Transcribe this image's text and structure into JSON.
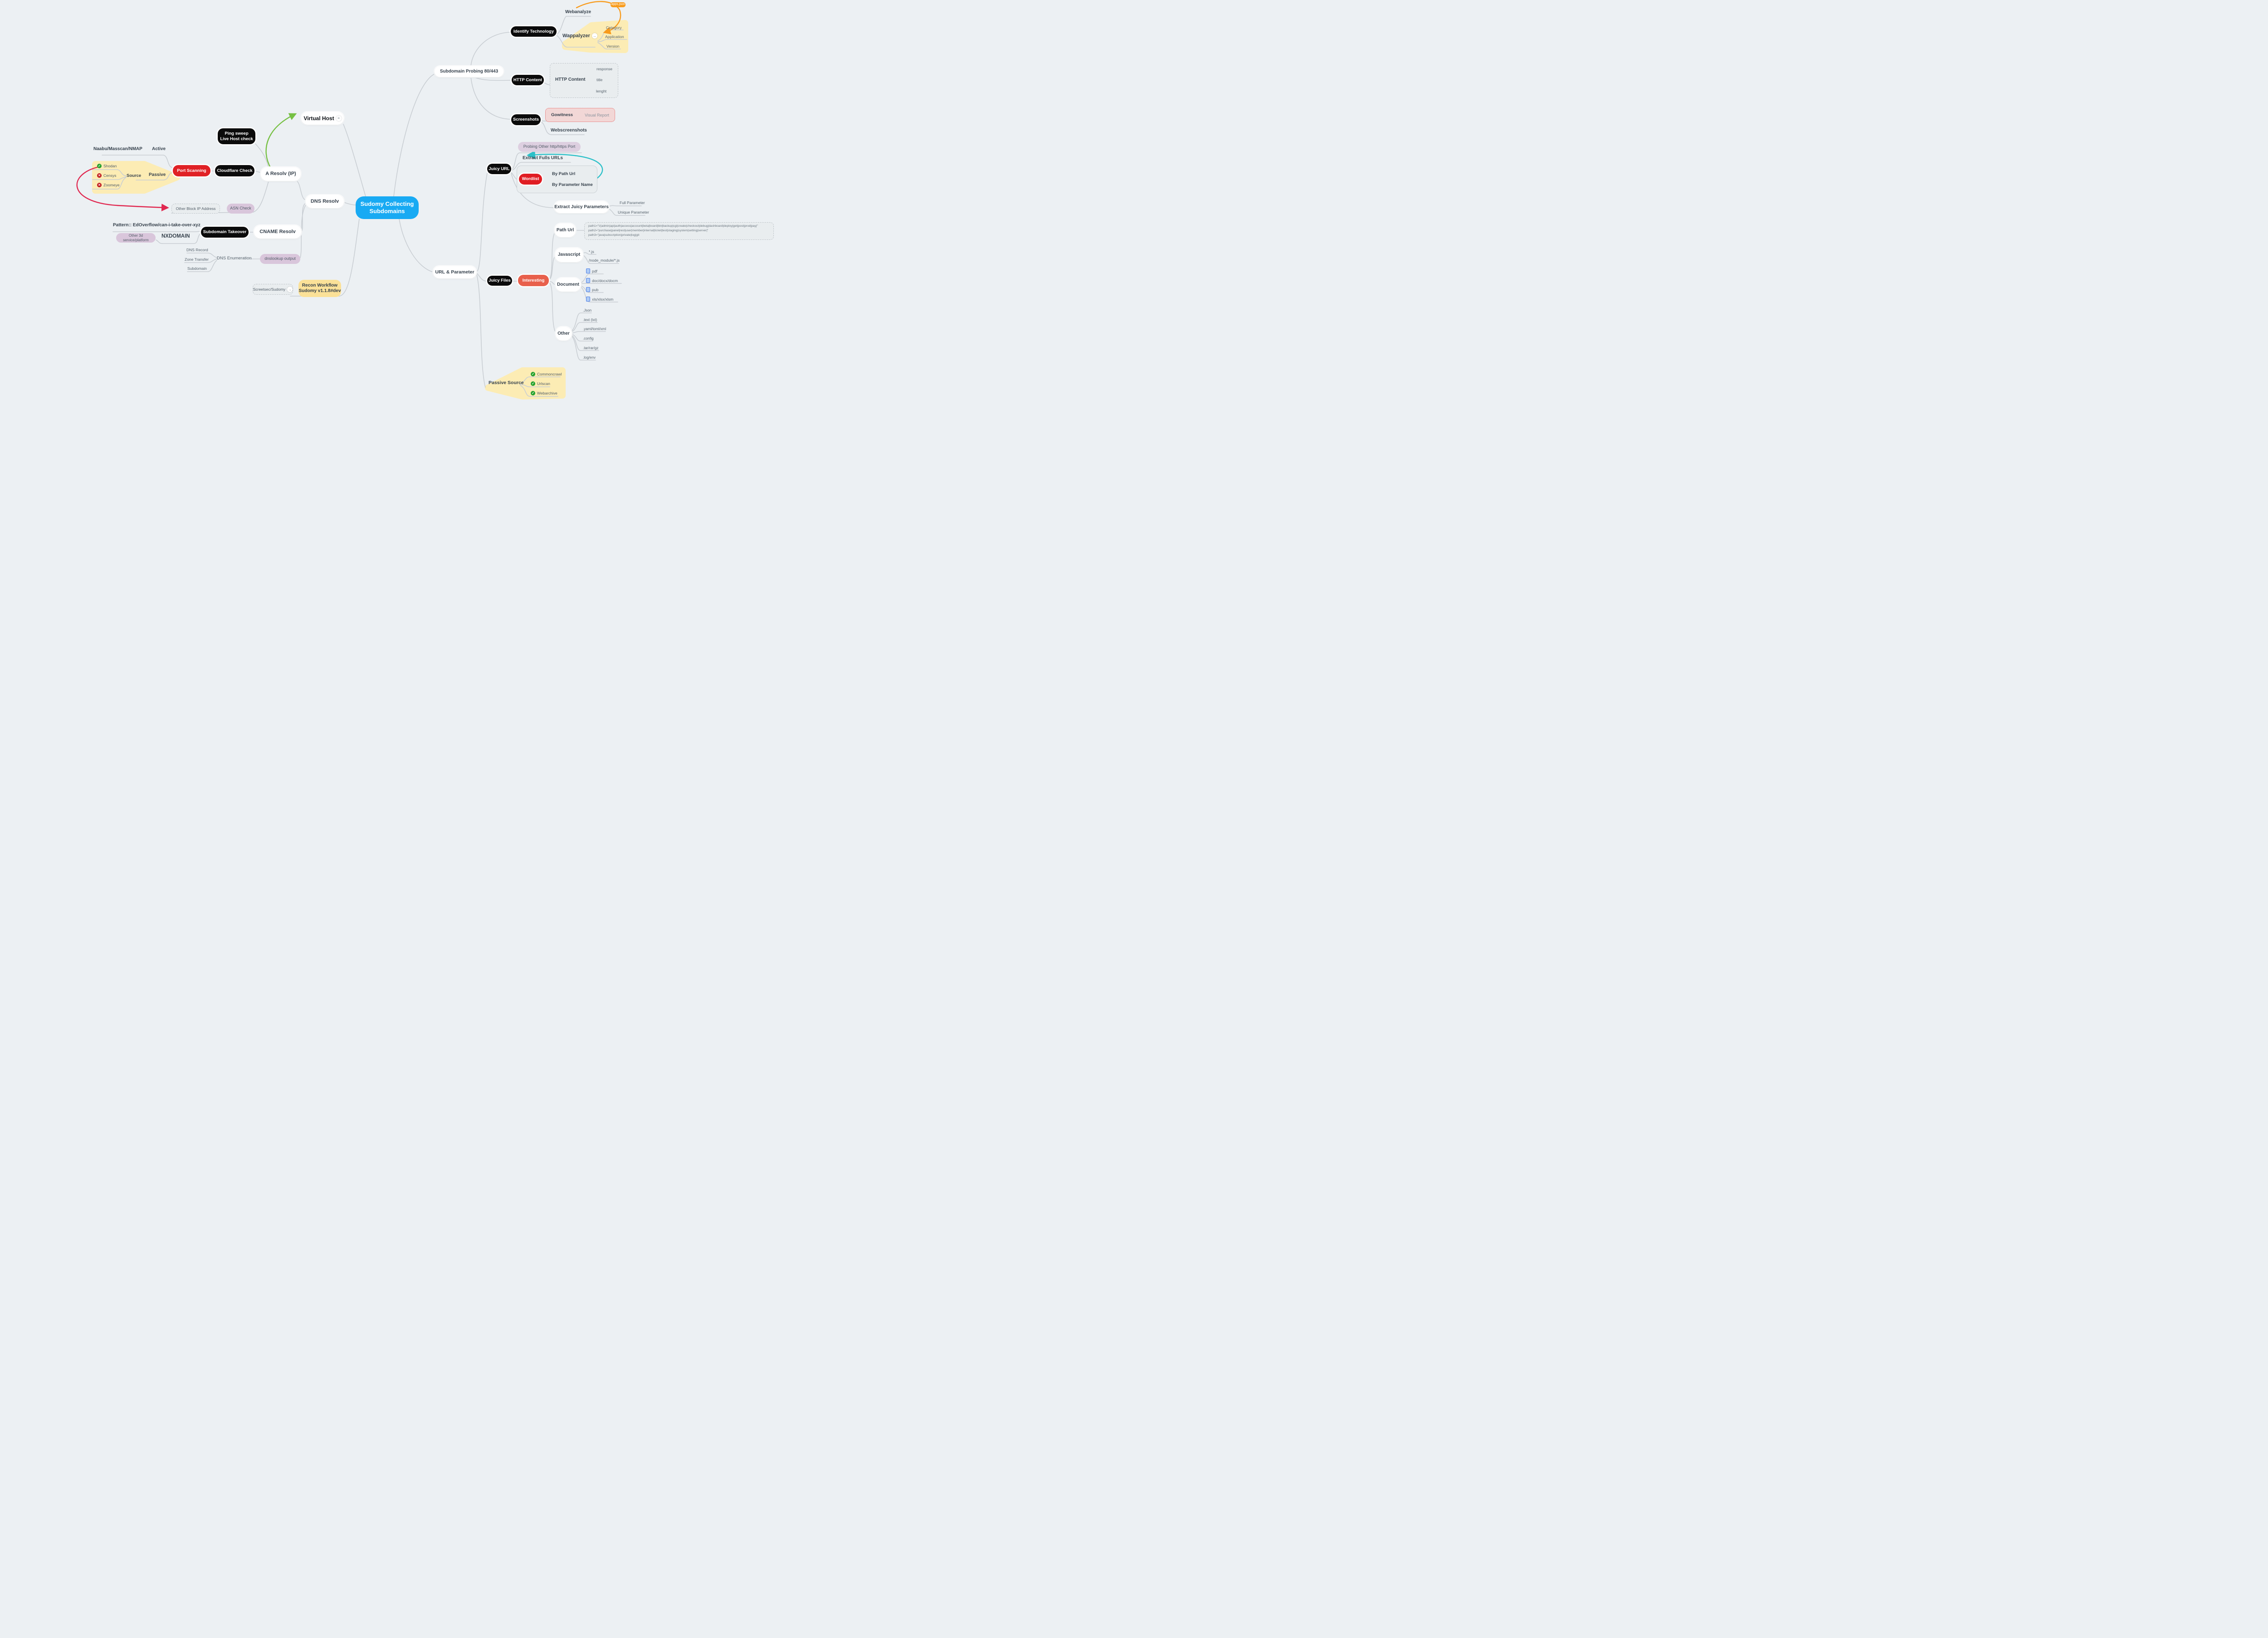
{
  "colors": {
    "background": "#ecf0f3",
    "connector": "#c9ced3",
    "center_blue": "#18aaf3",
    "pill_black": "#0b0b0b",
    "pill_red": "#e02125",
    "pill_salmon": "#e8604c",
    "pill_lavender": "#d9c6db",
    "blob_yellow": "#fcecb4",
    "pill_orange": "#f89b1c",
    "arrow_green": "#76c043",
    "arrow_red": "#e02850",
    "arrow_teal": "#2cc0c8",
    "doc_icon_blue": "#4f7fe6"
  },
  "nodes": {
    "center": "Sudomy Collecting\nSubdomains",
    "recon": "Recon Workflow\nSudomy v1.1.8#dev",
    "screetsec": "Screetsec/Sudomy",
    "virtual_host": "Virtual Host",
    "a_resolv": "A Resolv (IP)",
    "dns_resolv": "DNS Resolv",
    "cname_resolv": "CNAME Resolv",
    "subdomain_takeover": "Subdomain Takeover",
    "nxdomain": "NXDOMAIN",
    "other_3d": "Other 3d service/platform",
    "pattern": "Pattern:: EdOverflow/can-i-take-over-xyz",
    "ping_sweep": "Ping sweep\nLive Host check",
    "cloudflare": "Cloudflare Check",
    "port_scanning": "Port Scanning",
    "naabu": "Naabu/Masscan/NMAP",
    "active": "Active",
    "passive": "Passive",
    "source": "Source",
    "shodan": "Shodan",
    "censys": "Censys",
    "zoomeye": "Zoomeye",
    "other_block": "Other Block IP Address",
    "asn_check": "ASN Check",
    "dns_record": "DNS Record",
    "zone_transfer": "Zone Transfer",
    "subdomain": "Subdomain",
    "dns_enum": "DNS Enumeration",
    "dnslookup": "dnslookup output",
    "probing": "Subdomain Probing 80/443",
    "identify": "Identify Technology",
    "webanalyze": "Webanalyze",
    "apps_json": "apps.json",
    "wappalyzer": "Wappalyzer",
    "category": "Category",
    "application": "Application",
    "version": "Version",
    "http_content_pill": "HTTP Content",
    "http_content_inner": "HTTP Content",
    "response": "response",
    "title": "title",
    "lenght": "lenght",
    "screenshots": "Screenshots",
    "gowitness": "Gowitness",
    "visual_report": "Visual Report",
    "webscreenshots": "Webscreenshots",
    "juicy_url": "Juicy URL",
    "probing_other": "Probing Other http/https Port",
    "extract_fulls": "Extract Fulls URLs",
    "wordlist": "Wordlist",
    "by_path": "By Path Url",
    "by_param": "By Parameter Name",
    "extract_juicy": "Extract Juicy Parameters",
    "full_param": "Full Parameter",
    "unique_param": "Unique Parameter",
    "path_url": "Path Url",
    "path1": "path1=\"\\/(admin|api|auth|access|account|beta|board|bin|backup|cgi|create|checkout|debug|dashboard|deploy|get|post|prod|pay|\"",
    "path2": "path2=\"purchase|panel|rest|user|member|internal|ticket|test|staging|system|setting|server|\"",
    "path3": "path3=\"java|subscription|private|log|git",
    "javascript": "Javascript",
    "js_all": "*.js",
    "js_node": "/node_module/*.js",
    "document": "Document",
    "doc_pdf": "pdf",
    "doc_doc": "doc/docx/docm",
    "doc_pub": "pub",
    "doc_xls": "xls/xlsx/xlsm",
    "other": "Other",
    "o_json": ".Json",
    "o_text": ".text (txt)",
    "o_yaml": ".yaml/toml/xml",
    "o_config": ".config",
    "o_tar": ".tar/rar/gz",
    "o_log": ".log/env",
    "url_param": "URL & Parameter",
    "juicy_files": "Juicy Files",
    "interesting": "Interesting",
    "passive_source": "Passive Source",
    "commoncrawl": "Commoncrawl",
    "urlscan": "Urlscan",
    "webarchive": "Webarchive"
  }
}
